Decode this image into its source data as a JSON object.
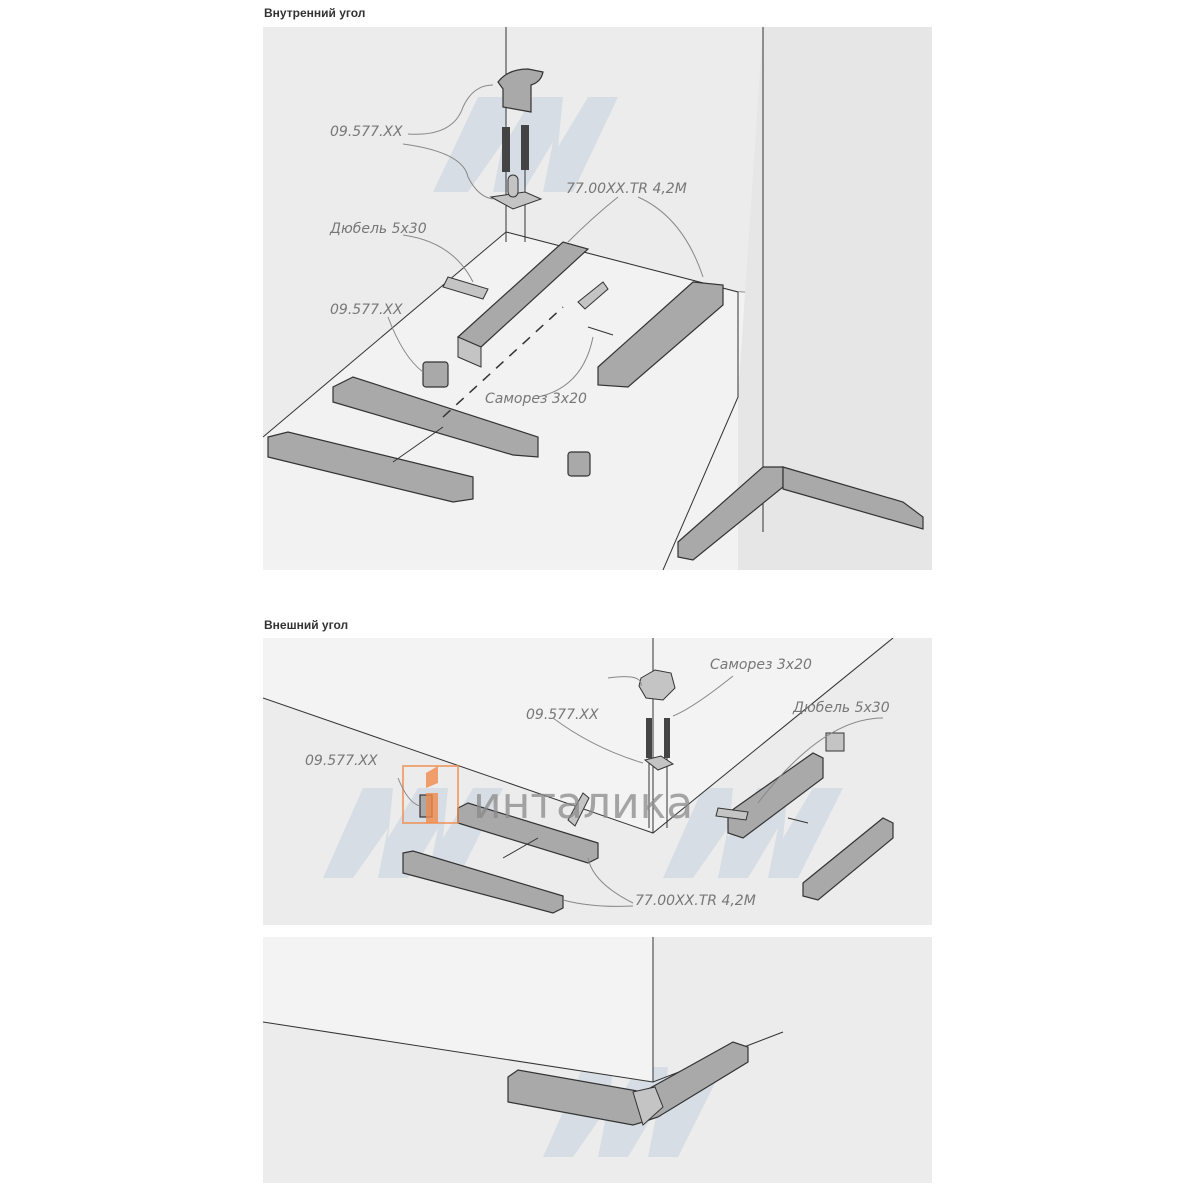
{
  "sections": [
    {
      "title": "Внутренний угол",
      "labels": {
        "cap_top": "09.577.XX",
        "profile": "77.00XX.TR 4,2M",
        "dowel": "Дюбель 5x30",
        "cap_end": "09.577.XX",
        "screw": "Саморез 3x20"
      }
    },
    {
      "title": "Внешний угол",
      "labels": {
        "screw": "Саморез 3x20",
        "cap_top": "09.577.XX",
        "dowel": "Дюбель 5x30",
        "cap_end": "09.577.XX",
        "profile": "77.00XX.TR 4,2M"
      }
    }
  ],
  "watermarks": {
    "brand_logo": "MDM",
    "shop_logo": "инталикa"
  },
  "colors": {
    "panel": "#ececec",
    "part": "#a9a9a9",
    "watermark": "#c9d3df",
    "shop_accent": "#f08a4b"
  }
}
